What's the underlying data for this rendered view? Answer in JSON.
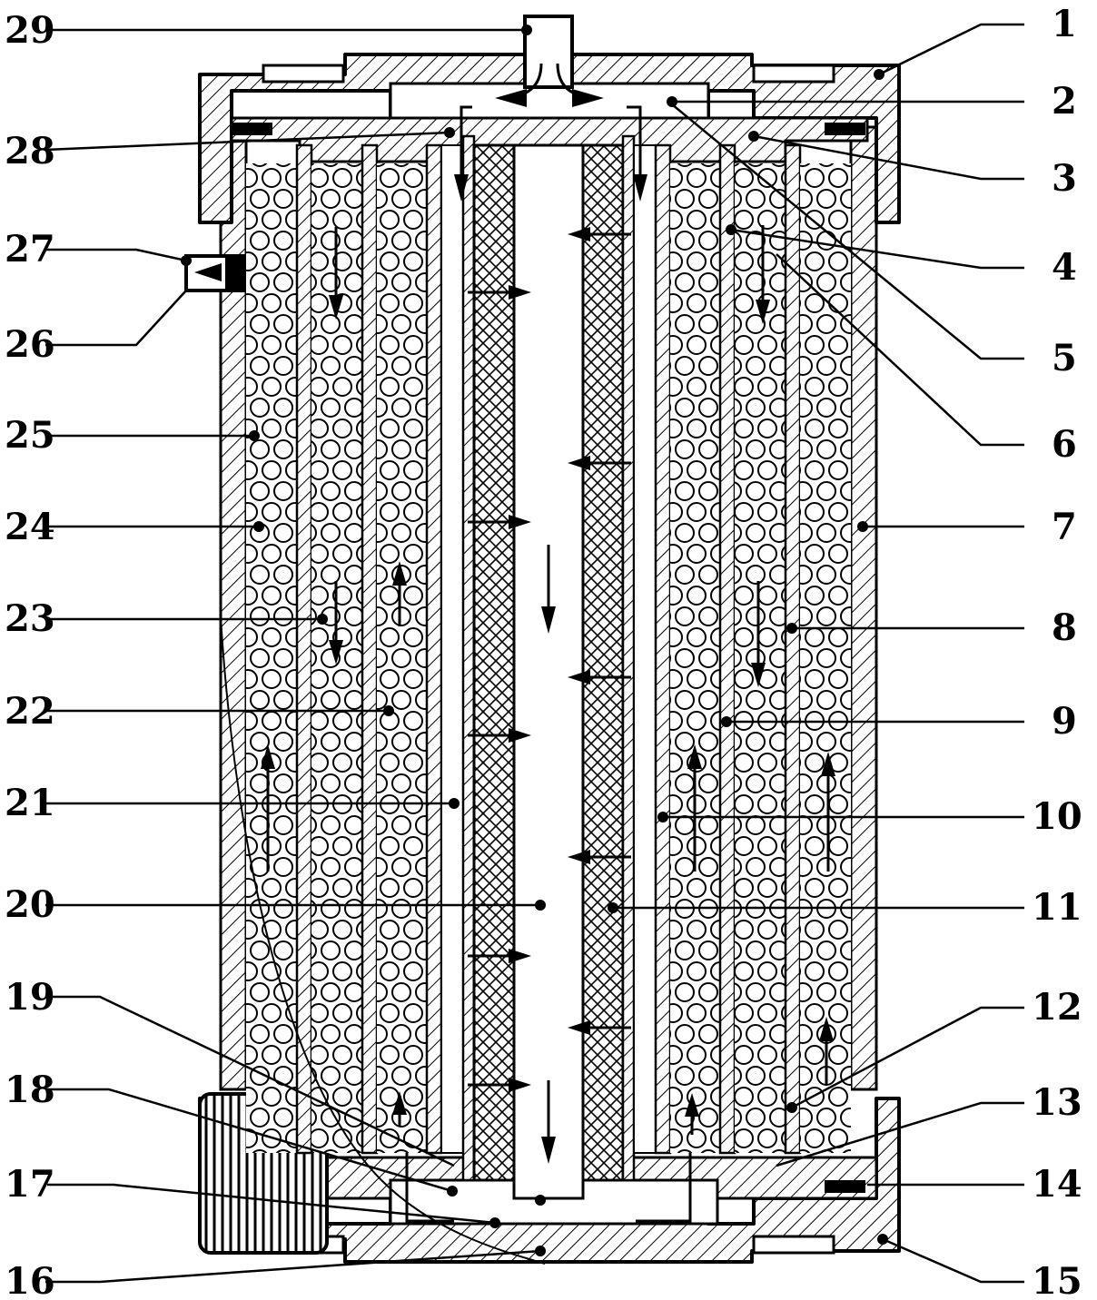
{
  "colors": {
    "ink": "#000000",
    "paper": "#ffffff"
  },
  "labels": {
    "l1": "1",
    "l2": "2",
    "l3": "3",
    "l4": "4",
    "l5": "5",
    "l6": "6",
    "l7": "7",
    "l8": "8",
    "l9": "9",
    "l10": "10",
    "l11": "11",
    "l12": "12",
    "l13": "13",
    "l14": "14",
    "l15": "15",
    "l16": "16",
    "l17": "17",
    "l18": "18",
    "l19": "19",
    "l20": "20",
    "l21": "21",
    "l22": "22",
    "l23": "23",
    "l24": "24",
    "l25": "25",
    "l26": "26",
    "l27": "27",
    "l28": "28",
    "l29": "29"
  }
}
